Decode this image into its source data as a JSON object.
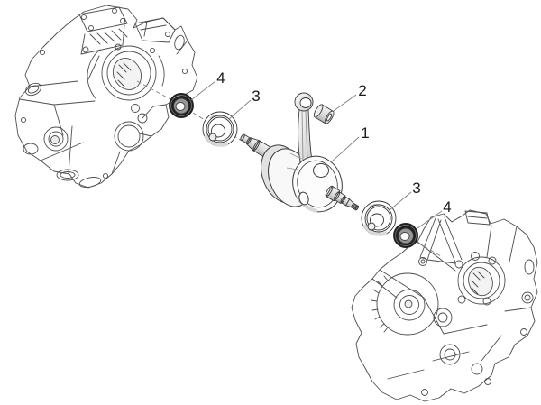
{
  "figure": {
    "type": "exploded-parts-diagram",
    "callouts": [
      {
        "label": "4",
        "part": "oil-seal-left"
      },
      {
        "label": "3",
        "part": "ball-bearing-left"
      },
      {
        "label": "2",
        "part": "small-end-roller-bush"
      },
      {
        "label": "1",
        "part": "crankshaft-assembly"
      },
      {
        "label": "3",
        "part": "ball-bearing-right"
      },
      {
        "label": "4",
        "part": "oil-seal-right"
      }
    ],
    "colors": {
      "case_line": "#4d4d4d",
      "part_line": "#333333",
      "seal_dark": "#1f1f1f",
      "seal_inner": "#969696",
      "metal_light": "#f5f5f5",
      "metal_dark": "#b9b9b9",
      "leader_line": "#808080",
      "callout_text": "#1a1a1a",
      "background": "#ffffff"
    }
  }
}
